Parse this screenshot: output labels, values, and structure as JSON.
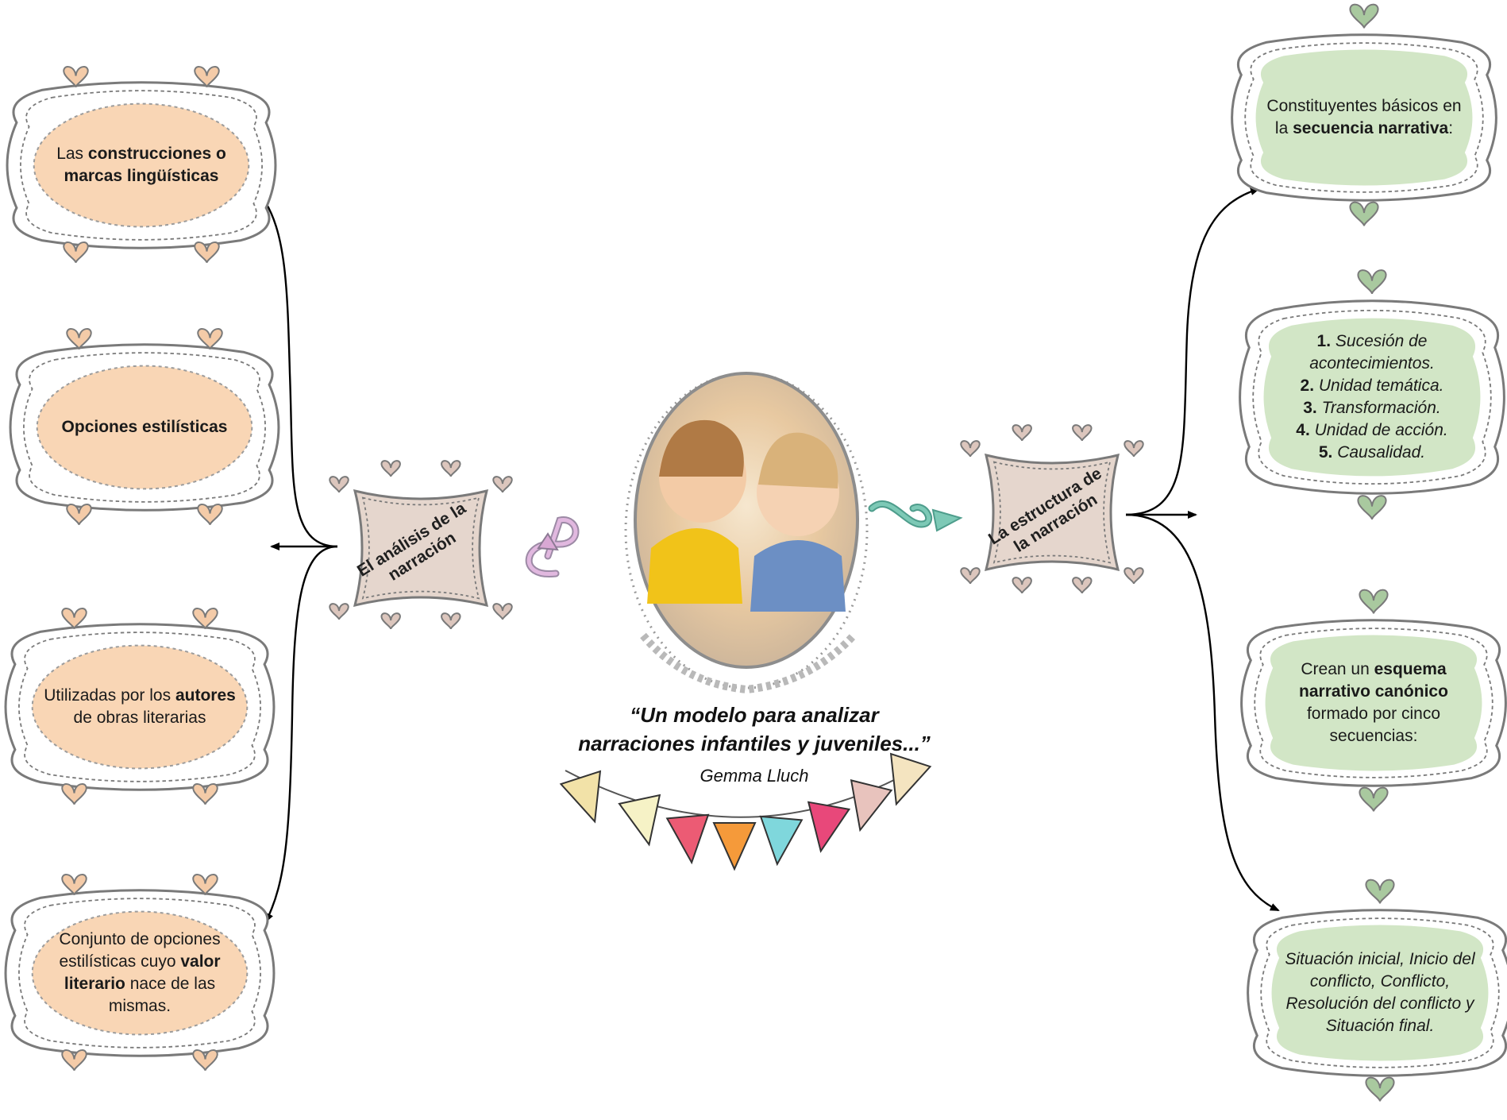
{
  "left_hub": {
    "label": "El análisis de la narración"
  },
  "right_hub": {
    "label": "La estructura de la narración"
  },
  "center": {
    "quote_line1": "“Un modelo para analizar",
    "quote_line2": "narraciones infantiles y juveniles...”",
    "author": "Gemma Lluch"
  },
  "left_nodes": [
    {
      "parts": [
        {
          "text": "Las "
        },
        {
          "text": "construcciones o marcas lingüísticas",
          "bold": true
        }
      ]
    },
    {
      "parts": [
        {
          "text": "Opciones estilísticas",
          "bold": true
        }
      ]
    },
    {
      "parts": [
        {
          "text": "Utilizadas por los "
        },
        {
          "text": "autores",
          "bold": true
        },
        {
          "text": " de obras literarias"
        }
      ]
    },
    {
      "parts": [
        {
          "text": "Conjunto de opciones estilísticas cuyo "
        },
        {
          "text": "valor literario",
          "bold": true
        },
        {
          "text": " nace de las mismas."
        }
      ]
    }
  ],
  "right_nodes": [
    {
      "parts": [
        {
          "text": "Constituyentes básicos en la "
        },
        {
          "text": "secuencia narrativa",
          "bold": true
        },
        {
          "text": ":"
        }
      ]
    },
    {
      "lines": [
        {
          "num": "1.",
          "text": " Sucesión de acontecimientos."
        },
        {
          "num": "2.",
          "text": " Unidad temática."
        },
        {
          "num": "3.",
          "text": " Transformación."
        },
        {
          "num": "4.",
          "text": " Unidad de acción."
        },
        {
          "num": "5.",
          "text": " Causalidad."
        }
      ]
    },
    {
      "parts": [
        {
          "text": "Crean un "
        },
        {
          "text": "esquema narrativo canónico",
          "bold": true
        },
        {
          "text": " formado por cinco secuencias:"
        }
      ]
    },
    {
      "parts": [
        {
          "text": "Situación inicial, Inicio del conflicto, Conflicto, Resolución del conflicto y Situación final.",
          "italic": true
        }
      ]
    }
  ],
  "colors": {
    "peach": "#f9d6b5",
    "green": "#d2e6c6",
    "taupe": "#e5d6cd",
    "frame": "#7a7a7a",
    "heart_peach": "#f4cba8",
    "heart_green": "#a9c99f",
    "heart_taupe": "#dcc6bd",
    "connector": "#000000",
    "pennants": [
      "#f2e2a8",
      "#f6f2c6",
      "#ec5b74",
      "#f59a3a",
      "#7fd7dc",
      "#e8487a",
      "#e8c3bd",
      "#f4e4c0"
    ]
  },
  "icons": [
    "heart-icon",
    "curly-arrow-icon",
    "teal-arrow-icon",
    "pennant-icon",
    "photo-placeholder"
  ]
}
